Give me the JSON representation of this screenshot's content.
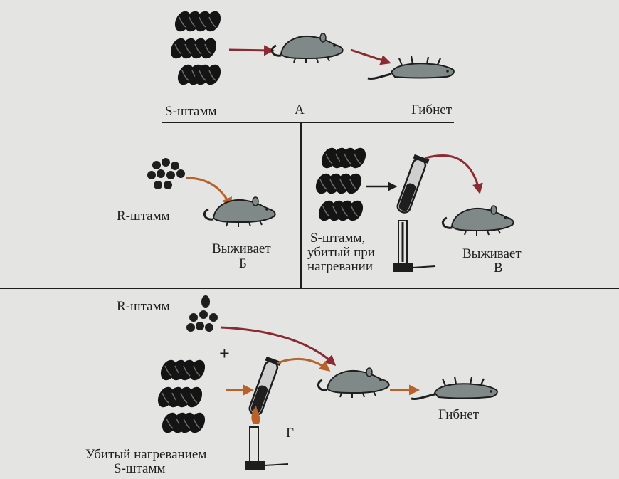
{
  "experiment_a": {
    "strain_label": "S-штамм",
    "panel_letter": "А",
    "result_label": "Гибнет"
  },
  "experiment_b": {
    "strain_label": "R-штамм",
    "result_label": "Выживает",
    "panel_letter": "Б"
  },
  "experiment_c": {
    "strain_label_line1": "S-штамм,",
    "strain_label_line2": "убитый при",
    "strain_label_line3": "нагревании",
    "result_label": "Выживает",
    "panel_letter": "В"
  },
  "experiment_d": {
    "r_strain_label": "R-штамм",
    "plus_sign": "+",
    "s_strain_label_line1": "Убитый нагреванием",
    "s_strain_label_line2": "S-штамм",
    "result_label": "Гибнет",
    "panel_letter": "Г"
  },
  "colors": {
    "ink": "#1e1e1e",
    "arrow_red": "#8b2a33",
    "arrow_orange": "#b8622a",
    "mouse_fill": "#7f8a88"
  }
}
